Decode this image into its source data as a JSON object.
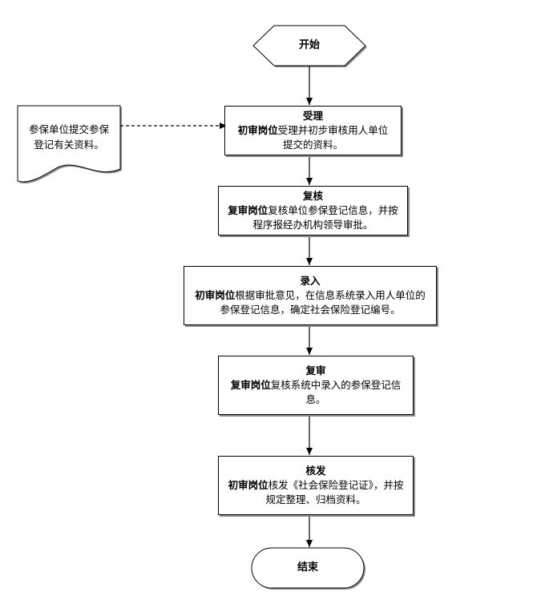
{
  "start": {
    "label": "开始"
  },
  "end": {
    "label": "结束"
  },
  "document": {
    "text": "参保单位提交参保登记有关资料。"
  },
  "steps": [
    {
      "title": "受理",
      "role": "初审岗位",
      "text": "受理并初步审核用人单位提交的资料。"
    },
    {
      "title": "复核",
      "role": "复审岗位",
      "text": "复核单位参保登记信息，并按程序报经办机构领导审批。"
    },
    {
      "title": "录入",
      "role": "初审岗位",
      "text": "根据审批意见，在信息系统录入用人单位的参保登记信息，确定社会保险登记编号。"
    },
    {
      "title": "复审",
      "role": "复审岗位",
      "text": "复核系统中录入的参保登记信息。"
    },
    {
      "title": "核发",
      "role": "初审岗位",
      "text": "核发《社会保险登记证》，并按规定整理、归档资料。"
    }
  ]
}
